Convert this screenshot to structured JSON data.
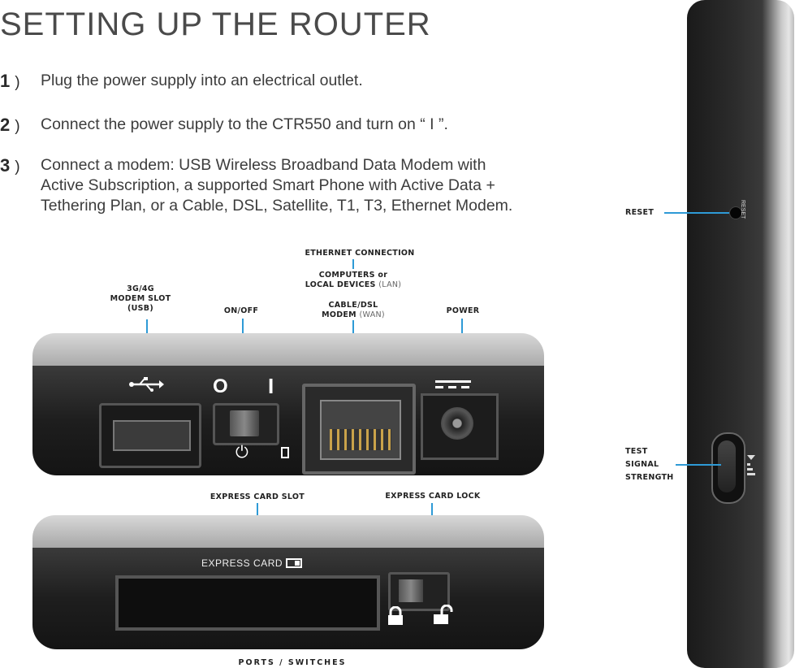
{
  "title": "SETTING UP THE ROUTER",
  "steps": [
    {
      "num": "1",
      "paren": ")",
      "lines": [
        "Plug the power supply into an electrical outlet."
      ]
    },
    {
      "num": "2",
      "paren": ")",
      "lines": [
        "Connect the power supply to the CTR550 and turn on “ I ”."
      ]
    },
    {
      "num": "3",
      "paren": ")",
      "lines": [
        "Connect a modem: USB Wireless Broadband Data Modem with",
        "Active Subscription, a supported Smart Phone with Active Data +",
        "Tethering Plan, or a Cable, DSL, Satellite, T1, T3, Ethernet Modem."
      ]
    }
  ],
  "labels": {
    "ethernet": "ETHERNET CONNECTION",
    "computers_line1": "COMPUTERS or",
    "computers_line2": "LOCAL DEVICES",
    "computers_lan": "(LAN)",
    "cable_line1": "CABLE/DSL",
    "cable_line2": "MODEM",
    "cable_wan": "(WAN)",
    "modem_slot_1": "3G/4G",
    "modem_slot_2": "MODEM SLOT",
    "modem_slot_3": "(USB)",
    "onoff": "ON/OFF",
    "power": "POWER",
    "express_slot": "EXPRESS CARD SLOT",
    "express_lock": "EXPRESS CARD LOCK",
    "ports_switches": "PORTS / SWITCHES",
    "reset": "RESET",
    "test_1": "TEST",
    "test_2": "SIGNAL",
    "test_3": "STRENGTH"
  },
  "device_text": {
    "express_card": "EXPRESS CARD",
    "reset_small": "RESET",
    "switch_off": "O",
    "switch_on": "I"
  },
  "colors": {
    "leader": "#2e9ad6",
    "device_dark": "#1e1e1e",
    "device_silver": "#b0b0b0"
  }
}
